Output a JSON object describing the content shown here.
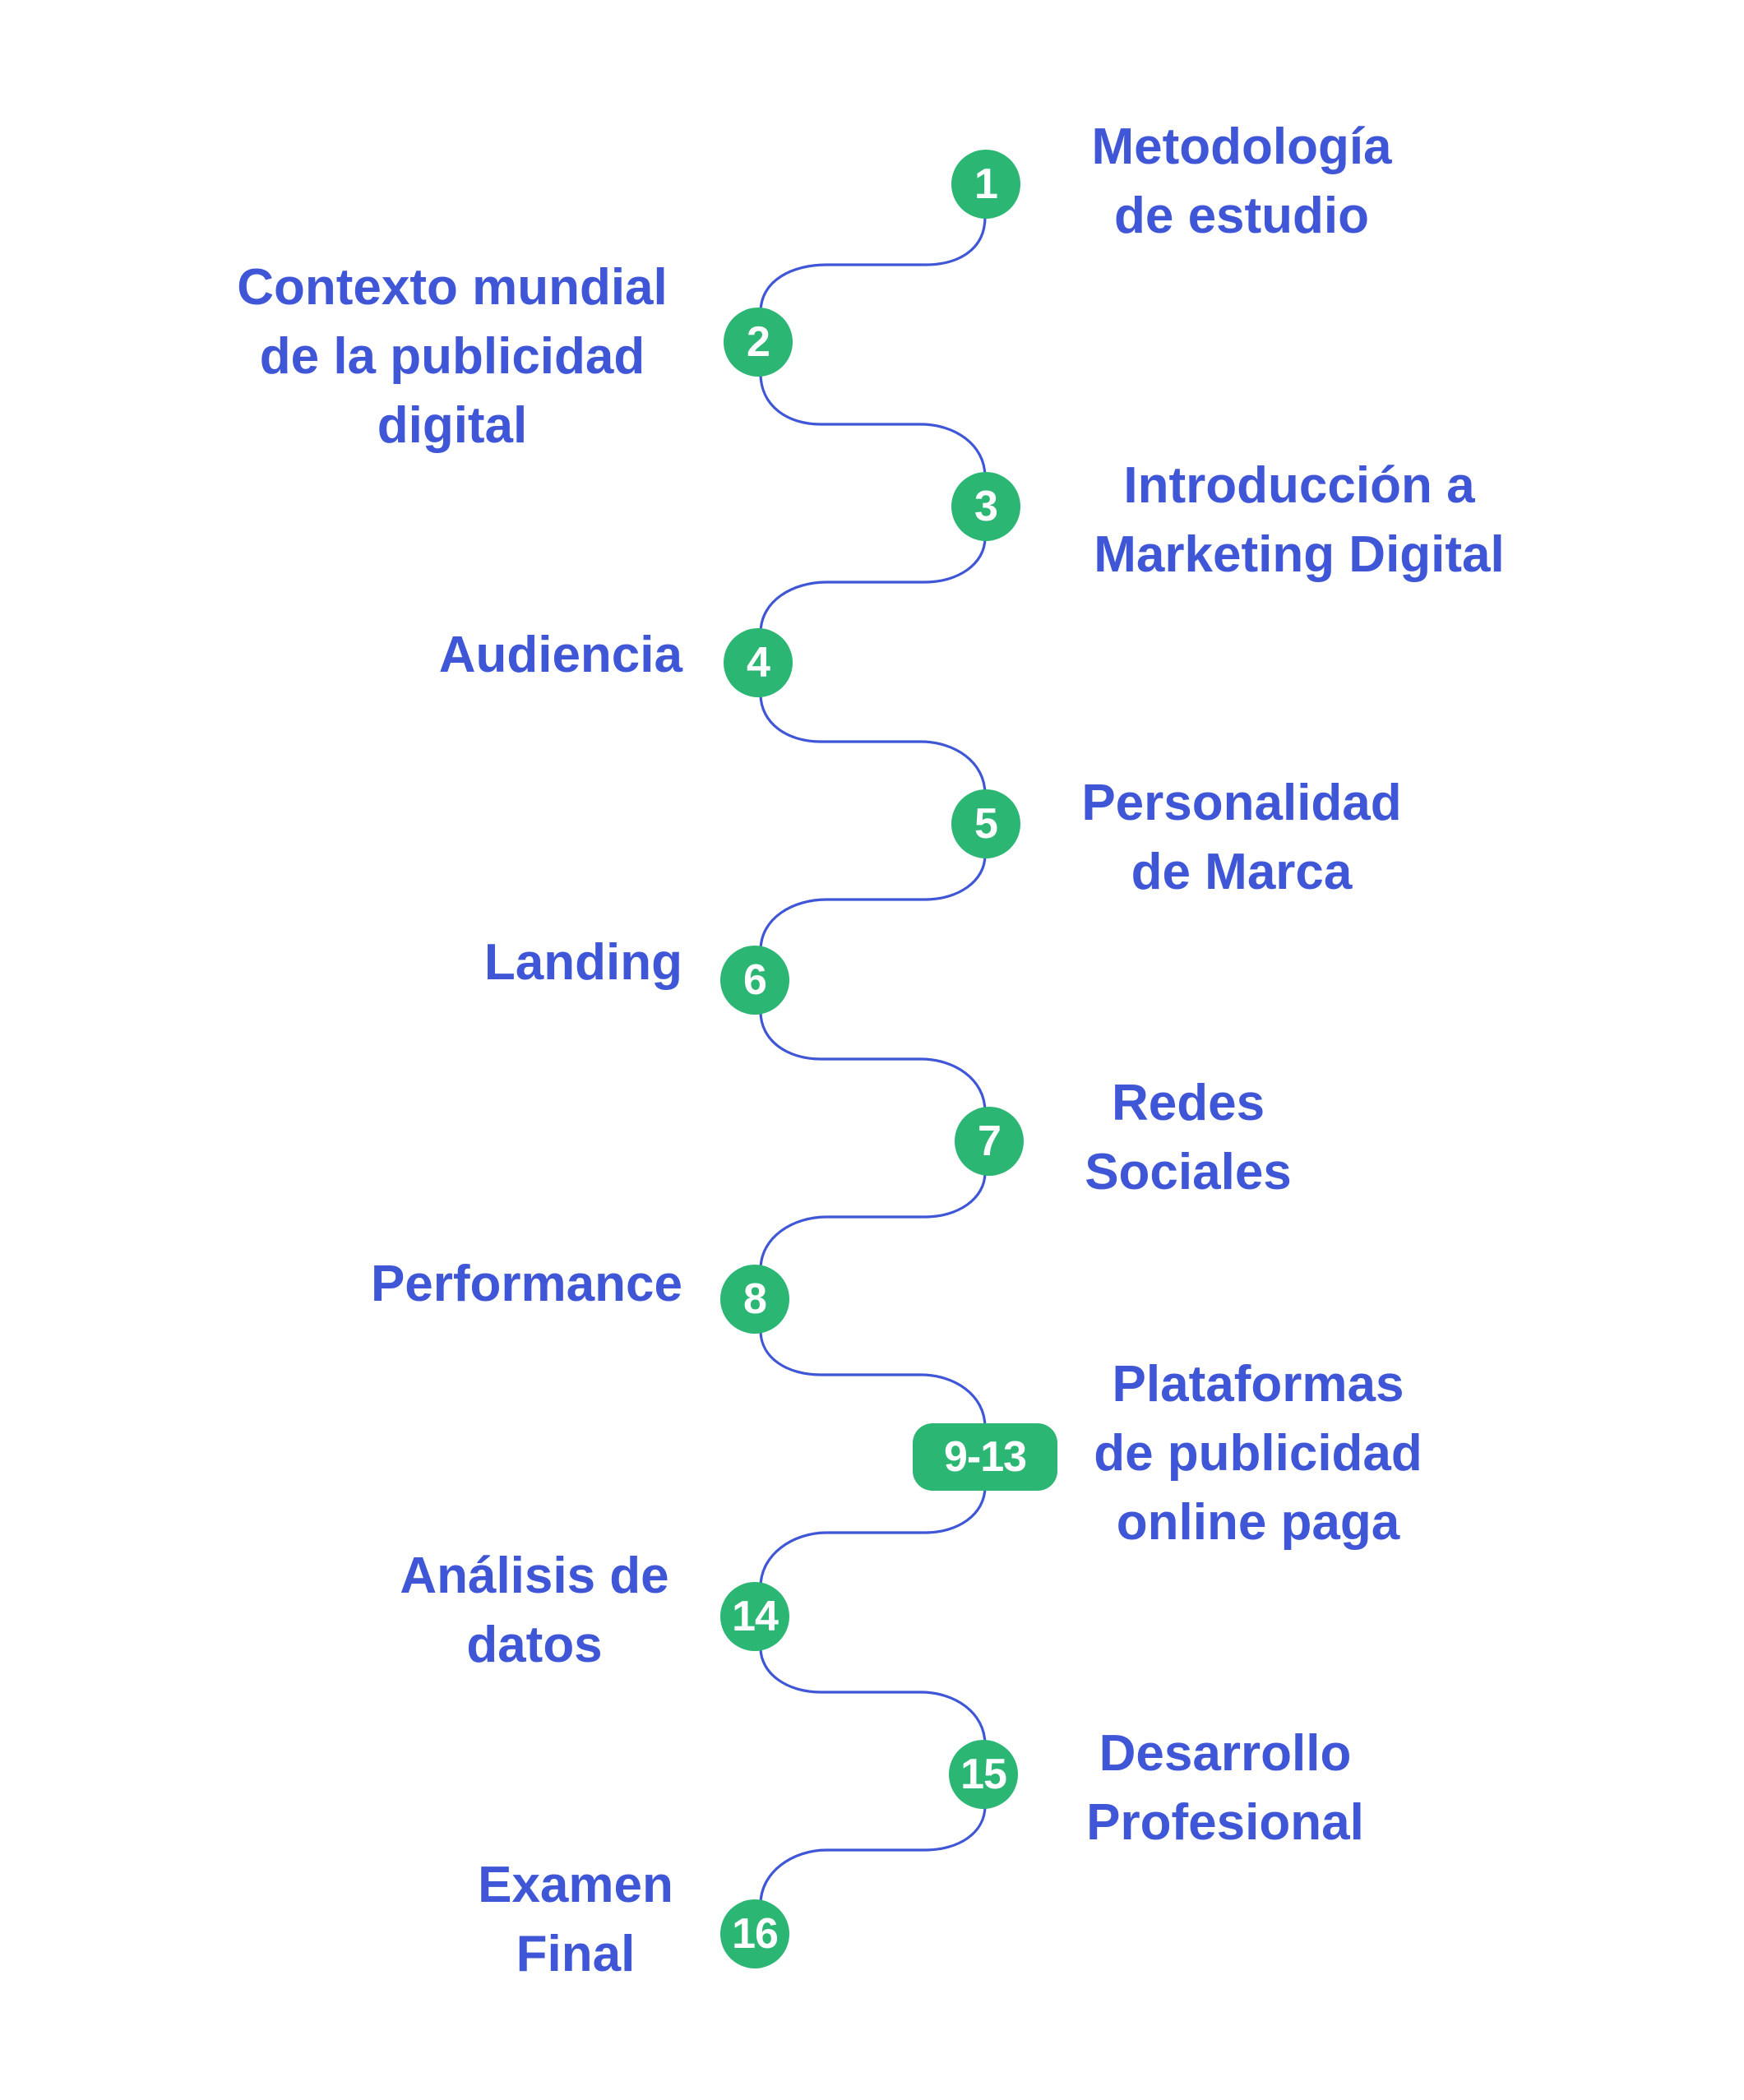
{
  "colors": {
    "accent": "#3F57D6",
    "badge": "#2BB673",
    "badge_text": "#FFFFFF",
    "background": "#FFFFFF"
  },
  "steps": [
    {
      "badge": "1",
      "label_lines": [
        "Metodología",
        "de estudio"
      ]
    },
    {
      "badge": "2",
      "label_lines": [
        "Contexto mundial",
        "de la publicidad",
        "digital"
      ]
    },
    {
      "badge": "3",
      "label_lines": [
        "Introducción a",
        "Marketing Digital"
      ]
    },
    {
      "badge": "4",
      "label_lines": [
        "Audiencia"
      ]
    },
    {
      "badge": "5",
      "label_lines": [
        "Personalidad",
        "de Marca"
      ]
    },
    {
      "badge": "6",
      "label_lines": [
        "Landing"
      ]
    },
    {
      "badge": "7",
      "label_lines": [
        "Redes",
        "Sociales"
      ]
    },
    {
      "badge": "8",
      "label_lines": [
        "Performance"
      ]
    },
    {
      "badge": "9-13",
      "label_lines": [
        "Plataformas",
        "de publicidad",
        "online paga"
      ]
    },
    {
      "badge": "14",
      "label_lines": [
        "Análisis de",
        "datos"
      ]
    },
    {
      "badge": "15",
      "label_lines": [
        "Desarrollo",
        "Profesional"
      ]
    },
    {
      "badge": "16",
      "label_lines": [
        "Examen",
        "Final"
      ]
    }
  ]
}
